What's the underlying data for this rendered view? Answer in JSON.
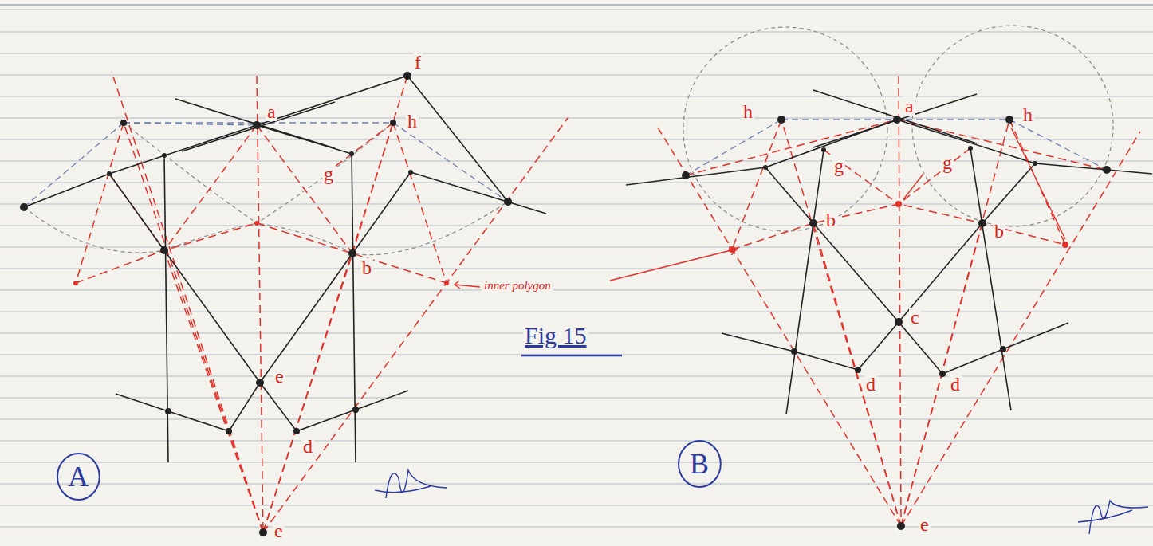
{
  "diagram": {
    "nodes": [
      {
        "text": [
          "A"
        ]
      },
      {
        "text": [
          "B"
        ]
      }
    ],
    "labels": [
      "f",
      "a",
      "h",
      "g",
      "b",
      "inner polygon",
      "e",
      "d",
      "e",
      "h",
      "a",
      "h",
      "g",
      "g",
      "b",
      "b",
      "c",
      "d",
      "d",
      "e",
      "Fig 15"
    ]
  }
}
